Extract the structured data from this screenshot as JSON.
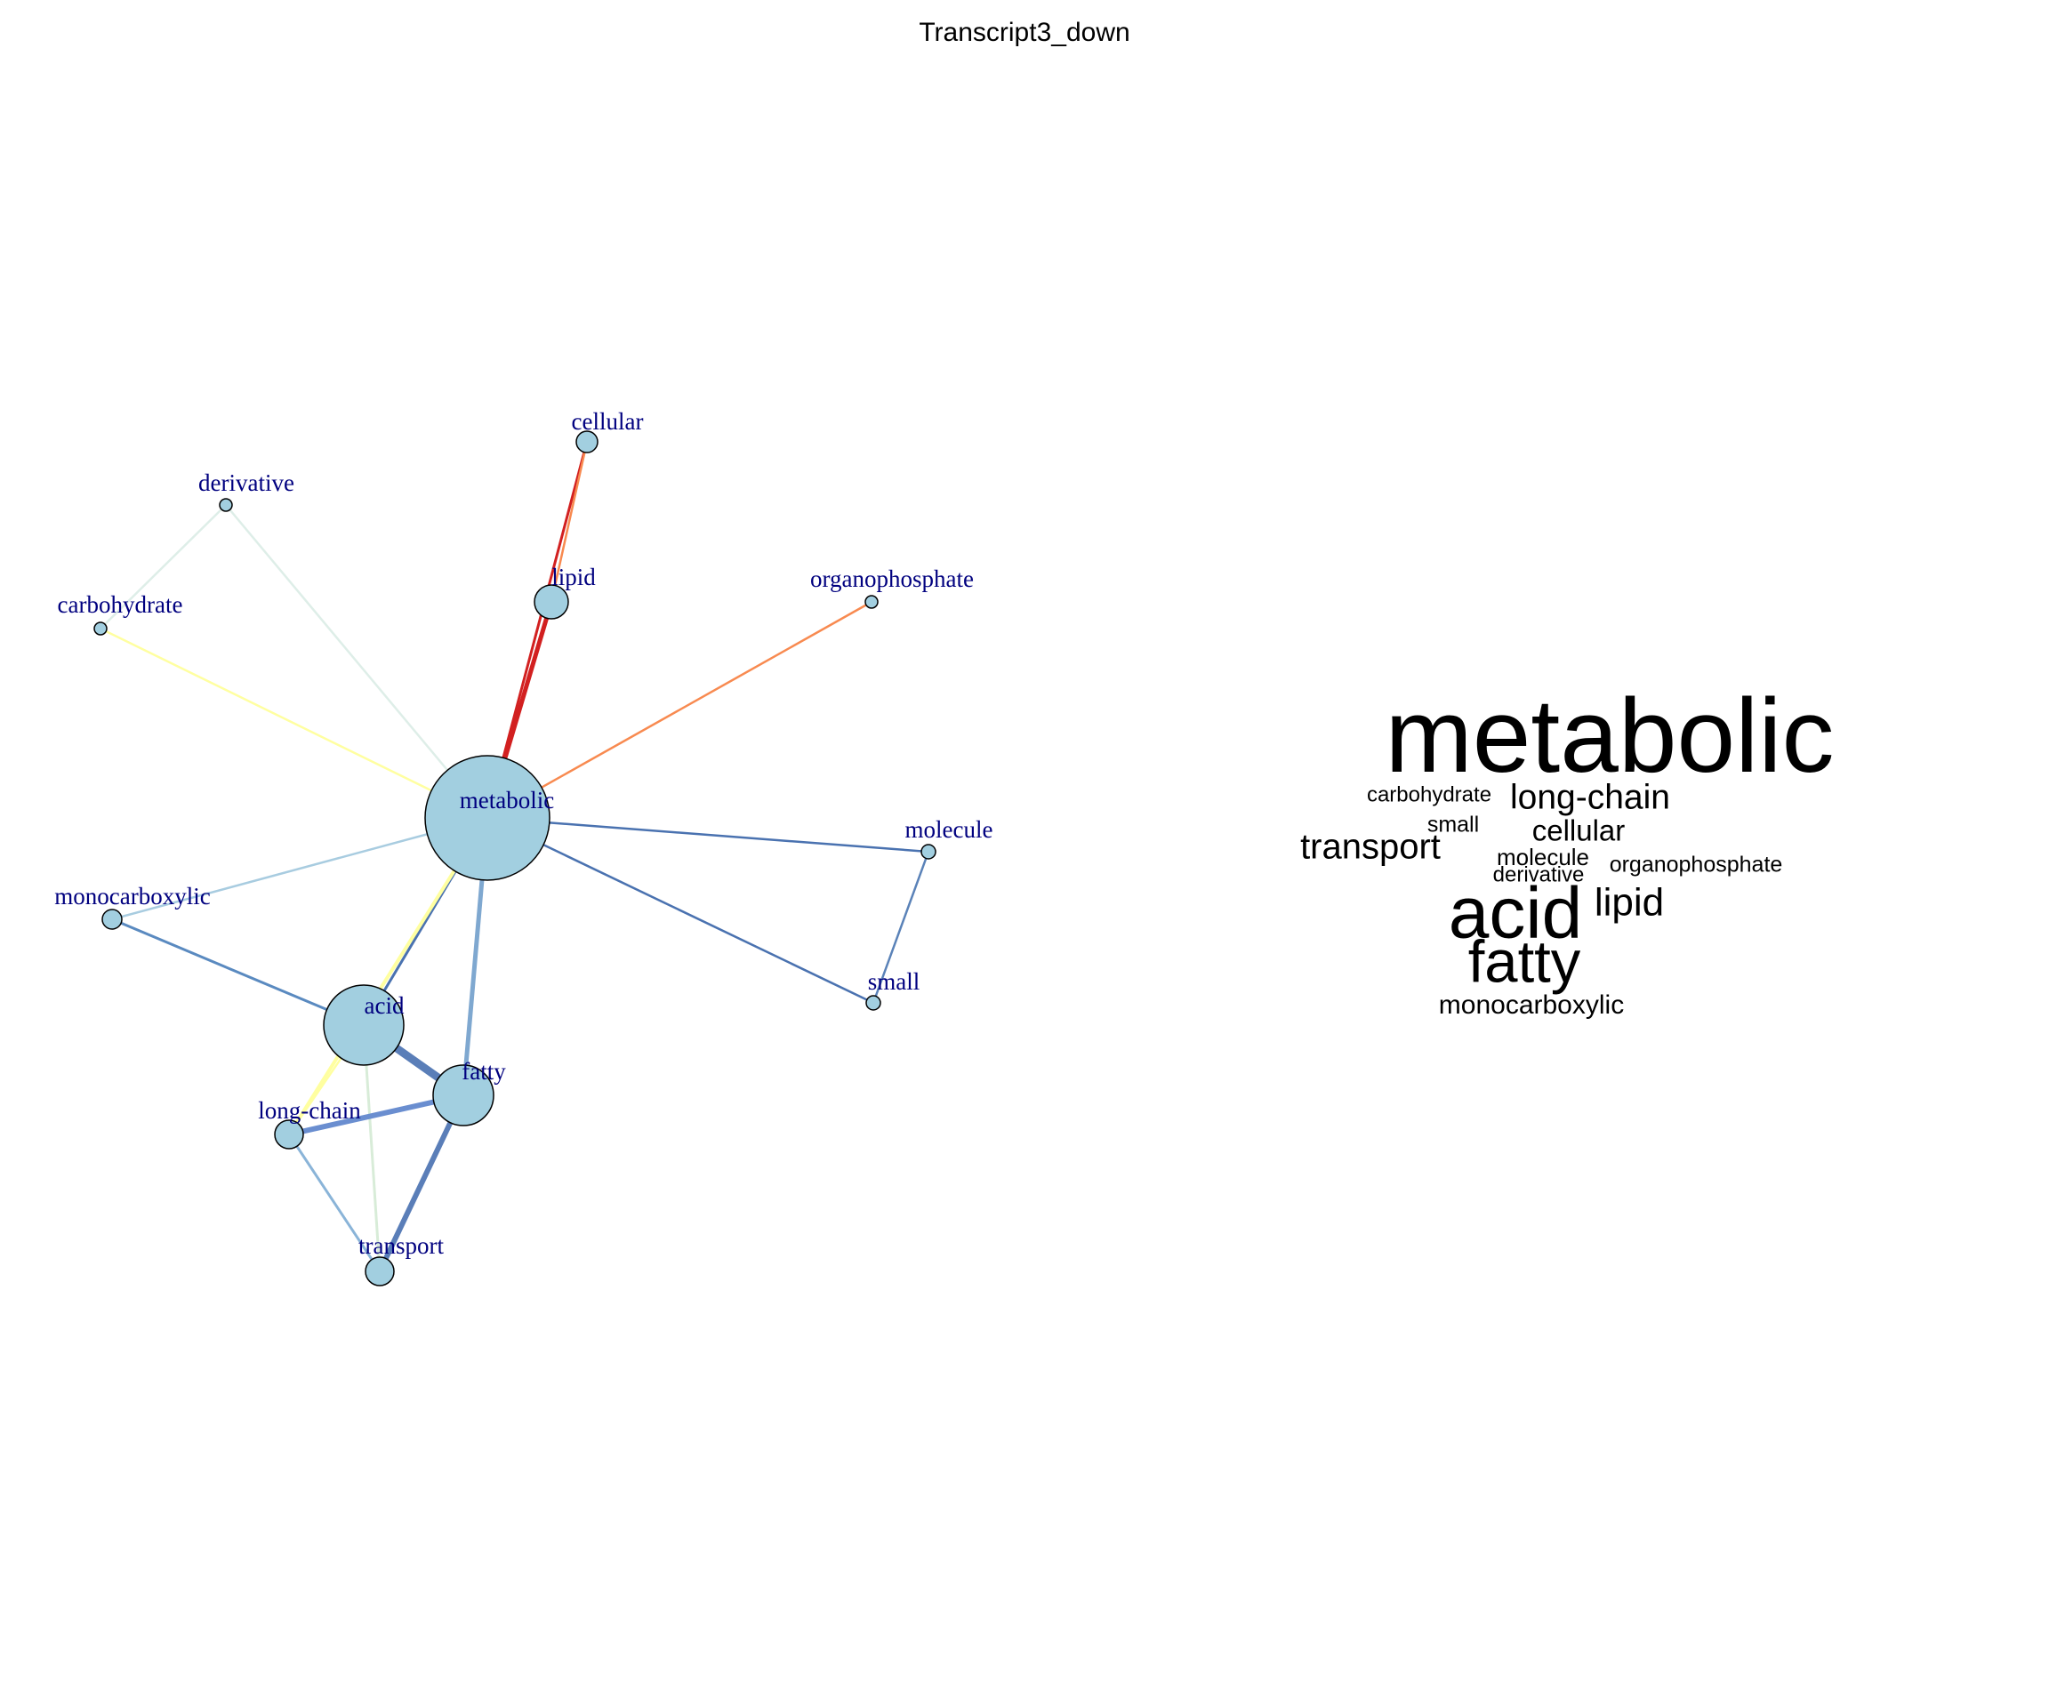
{
  "title": "Transcript3_down",
  "network": {
    "nodes": [
      {
        "id": "metabolic",
        "label": "metabolic"
      },
      {
        "id": "cellular",
        "label": "cellular"
      },
      {
        "id": "lipid",
        "label": "lipid"
      },
      {
        "id": "derivative",
        "label": "derivative"
      },
      {
        "id": "carbohydrate",
        "label": "carbohydrate"
      },
      {
        "id": "organophosphate",
        "label": "organophosphate"
      },
      {
        "id": "molecule",
        "label": "molecule"
      },
      {
        "id": "small",
        "label": "small"
      },
      {
        "id": "monocarboxylic",
        "label": "monocarboxylic"
      },
      {
        "id": "acid",
        "label": "acid"
      },
      {
        "id": "fatty",
        "label": "fatty"
      },
      {
        "id": "long-chain",
        "label": "long-chain"
      },
      {
        "id": "transport",
        "label": "transport"
      }
    ],
    "edges": [
      {
        "source": "carbohydrate",
        "target": "derivative",
        "color": "#deeee8"
      },
      {
        "source": "derivative",
        "target": "metabolic",
        "color": "#deeee8"
      },
      {
        "source": "carbohydrate",
        "target": "metabolic",
        "color": "#ffffa0"
      },
      {
        "source": "metabolic",
        "target": "organophosphate",
        "color": "#f88a50"
      },
      {
        "source": "metabolic",
        "target": "cellular",
        "color": "#d22020"
      },
      {
        "source": "metabolic",
        "target": "lipid",
        "color": "#d22020"
      },
      {
        "source": "lipid",
        "target": "cellular",
        "color": "#f88a50"
      },
      {
        "source": "metabolic",
        "target": "monocarboxylic",
        "color": "#a8cce0"
      },
      {
        "source": "metabolic",
        "target": "molecule",
        "color": "#4a72b0"
      },
      {
        "source": "metabolic",
        "target": "small",
        "color": "#4a72b0"
      },
      {
        "source": "molecule",
        "target": "small",
        "color": "#5a82b8"
      },
      {
        "source": "metabolic",
        "target": "fatty",
        "color": "#7fa8d0"
      },
      {
        "source": "metabolic",
        "target": "acid",
        "color": "#4a72b0"
      },
      {
        "source": "metabolic",
        "target": "long-chain",
        "color": "#ffffa0"
      },
      {
        "source": "monocarboxylic",
        "target": "acid",
        "color": "#5a8ac0"
      },
      {
        "source": "acid",
        "target": "fatty",
        "color": "#5a7eb8"
      },
      {
        "source": "acid",
        "target": "transport",
        "color": "#d8ecd8"
      },
      {
        "source": "fatty",
        "target": "long-chain",
        "color": "#6a8ed0"
      },
      {
        "source": "fatty",
        "target": "transport",
        "color": "#5a7eb8"
      },
      {
        "source": "long-chain",
        "target": "transport",
        "color": "#8ab4d8"
      },
      {
        "source": "acid",
        "target": "long-chain",
        "color": "#ffffa0"
      }
    ]
  },
  "wordcloud": {
    "words": [
      {
        "text": "metabolic"
      },
      {
        "text": "carbohydrate"
      },
      {
        "text": "long-chain"
      },
      {
        "text": "small"
      },
      {
        "text": "cellular"
      },
      {
        "text": "transport"
      },
      {
        "text": "molecule"
      },
      {
        "text": "derivative"
      },
      {
        "text": "organophosphate"
      },
      {
        "text": "acid"
      },
      {
        "text": "lipid"
      },
      {
        "text": "fatty"
      },
      {
        "text": "monocarboxylic"
      }
    ]
  }
}
